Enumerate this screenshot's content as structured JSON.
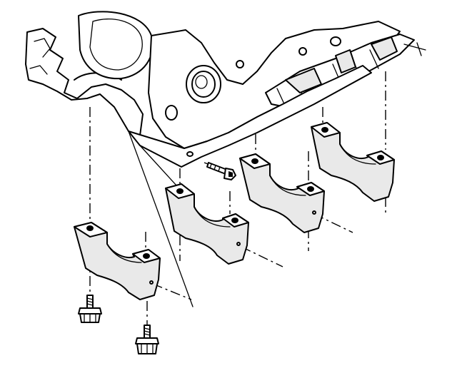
{
  "diagram": {
    "parts": {
      "engine_block": "engine-block",
      "main_bearing_caps": [
        "cap-1",
        "cap-2",
        "cap-3",
        "cap-4"
      ],
      "cap_bolts": [
        "vertical-bolt-1",
        "vertical-bolt-2"
      ],
      "side_bolt": "side-bolt"
    },
    "colors": {
      "line": "#000000",
      "background": "#ffffff",
      "shade": "#e9e9e9"
    }
  }
}
